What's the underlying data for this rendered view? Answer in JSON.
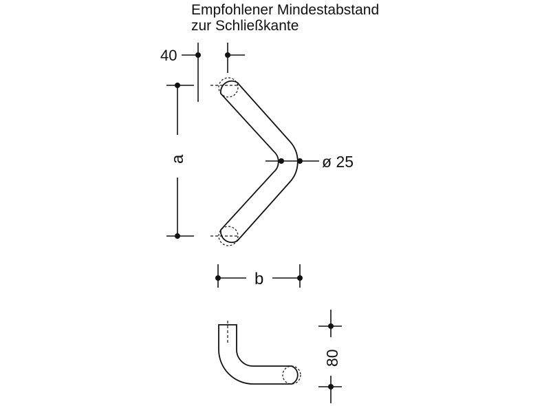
{
  "note": {
    "line1": "Empfohlener Mindestabstand",
    "line2": "zur Schließkante"
  },
  "dimensions": {
    "gap": "40",
    "height": "a",
    "width": "b",
    "diameter": "ø 25",
    "projection": "80"
  },
  "colors": {
    "stroke": "#111111",
    "background": "#ffffff"
  }
}
